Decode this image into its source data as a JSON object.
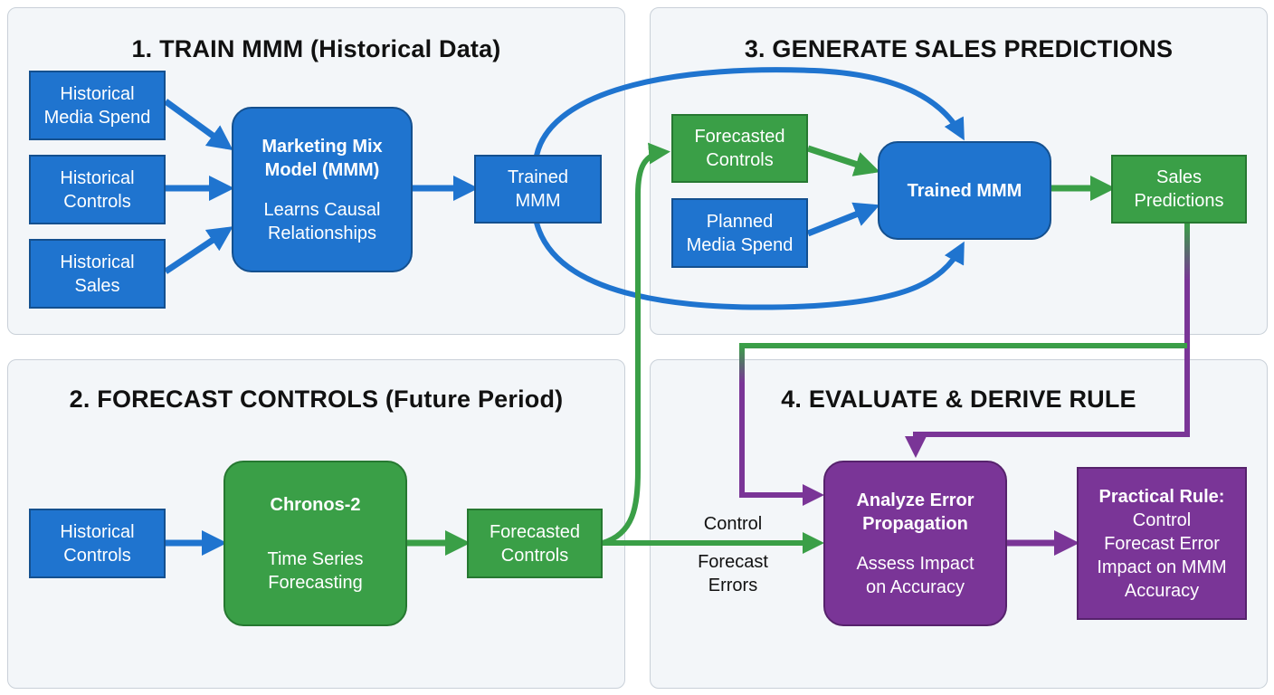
{
  "panels": [
    {
      "title": "1. TRAIN MMM (Historical Data)"
    },
    {
      "title": "3. GENERATE SALES PREDICTIONS"
    },
    {
      "title": "2. FORECAST CONTROLS (Future Period)"
    },
    {
      "title": "4. EVALUATE & DERIVE RULE"
    }
  ],
  "nodes": {
    "hist_media": {
      "lines": [
        "Historical",
        "Media Spend"
      ]
    },
    "hist_controls_1": {
      "lines": [
        "Historical",
        "Controls"
      ]
    },
    "hist_sales": {
      "lines": [
        "Historical",
        "Sales"
      ]
    },
    "mmm": {
      "title": [
        "Marketing Mix",
        "Model (MMM)"
      ],
      "subtitle": [
        "Learns Causal",
        "Relationships"
      ]
    },
    "trained_mmm_1": {
      "lines": [
        "Trained",
        "MMM"
      ]
    },
    "forecasted_controls_3": {
      "lines": [
        "Forecasted",
        "Controls"
      ]
    },
    "planned_media": {
      "lines": [
        "Planned",
        "Media Spend"
      ]
    },
    "trained_mmm_3": {
      "title": "Trained MMM"
    },
    "sales_predictions": {
      "lines": [
        "Sales",
        "Predictions"
      ]
    },
    "hist_controls_2": {
      "lines": [
        "Historical",
        "Controls"
      ]
    },
    "chronos": {
      "title": "Chronos-2",
      "subtitle": [
        "Time Series",
        "Forecasting"
      ]
    },
    "forecasted_controls_2": {
      "lines": [
        "Forecasted",
        "Controls"
      ]
    },
    "analyze": {
      "title": [
        "Analyze Error",
        "Propagation"
      ],
      "subtitle": [
        "Assess Impact",
        "on Accuracy"
      ]
    },
    "rule": {
      "title": "Practical Rule:",
      "lines": [
        "Control",
        "Forecast Error",
        "Impact on MMM",
        "Accuracy"
      ]
    }
  },
  "edge_labels": {
    "control_forecast_errors": [
      "Control",
      "Forecast",
      "Errors"
    ]
  },
  "colors": {
    "blue": "#1f74cf",
    "green": "#3a9f47",
    "purple": "#7a3597",
    "panel_bg": "#f3f6f9"
  }
}
